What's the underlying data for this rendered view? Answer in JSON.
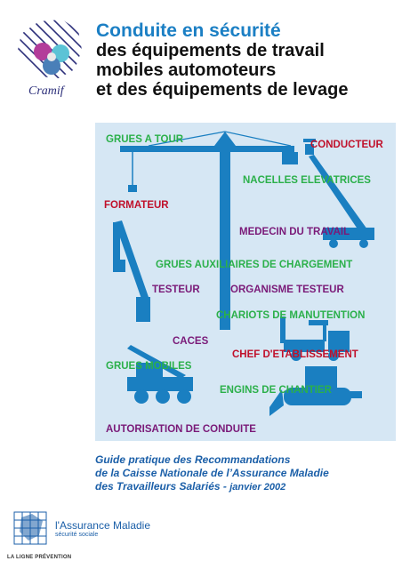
{
  "header": {
    "logo_text": "Cramif",
    "title_line1": "Conduite en sécurité",
    "title_line2": "des équipements de travail",
    "title_line3": "mobiles automoteurs",
    "title_line4": "et des équipements de levage"
  },
  "labels": {
    "grues_a_tour": "GRUES A TOUR",
    "conducteur": "CONDUCTEUR",
    "nacelles": "NACELLES ELEVATRICES",
    "formateur": "FORMATEUR",
    "medecin": "MEDECIN DU TRAVAIL",
    "grues_auxiliaires": "GRUES AUXILIAIRES DE CHARGEMENT",
    "testeur": "TESTEUR",
    "organisme": "ORGANISME TESTEUR",
    "chariots": "CHARIOTS DE MANUTENTION",
    "caces": "CACES",
    "chef": "CHEF D'ETABLISSEMENT",
    "grues_mobiles": "GRUES MOBILES",
    "engins": "ENGINS DE CHANTIER",
    "autorisation": "AUTORISATION DE CONDUITE"
  },
  "subtitle": {
    "line1": "Guide pratique des Recommandations",
    "line2": "de la Caisse Nationale de l’Assurance Maladie",
    "line3": "des Travailleurs Salariés - ",
    "date": "janvier 2002"
  },
  "footer": {
    "org_name": "l'Assurance Maladie",
    "org_sub": "sécurité sociale",
    "tagline": "LA LIGNE PRÉVENTION"
  },
  "colors": {
    "title_blue": "#1b7fc4",
    "panel_bg": "#d6e7f4",
    "machine_blue": "#1a7fc1",
    "label_green": "#2bb04a",
    "label_purple": "#7a1a78",
    "label_red": "#c0102a"
  }
}
